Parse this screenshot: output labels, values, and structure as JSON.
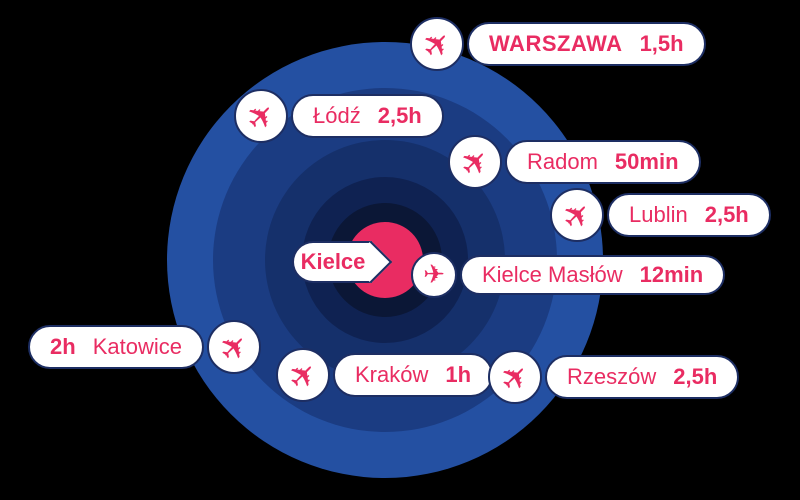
{
  "diagram_type": "travel-time radius infographic",
  "center": {
    "label": "Kielce"
  },
  "glyphs": {
    "plane": "✈"
  },
  "colors": {
    "background": "#000000",
    "accent_pink": "#e92c62",
    "ring_outer": "#2450a2",
    "ring_2": "#1b3c82",
    "ring_3": "#15306b",
    "ring_4": "#0f2252",
    "ring_5": "#0b1736",
    "pill_border": "#1d2e63",
    "pill_background": "#ffffff"
  },
  "destinations": [
    {
      "city": "WARSZAWA",
      "time": "1,5h",
      "icon": "plane-icon",
      "icon_side": "left",
      "time_position": "after"
    },
    {
      "city": "Łódź",
      "time": "2,5h",
      "icon": "plane-icon",
      "icon_side": "left",
      "time_position": "after"
    },
    {
      "city": "Radom",
      "time": "50min",
      "icon": "plane-icon",
      "icon_side": "left",
      "time_position": "after"
    },
    {
      "city": "Lublin",
      "time": "2,5h",
      "icon": "plane-icon",
      "icon_side": "left",
      "time_position": "after"
    },
    {
      "city": "Kielce Masłów",
      "time": "12min",
      "icon": "plane-horizontal-icon",
      "icon_side": "left",
      "time_position": "after"
    },
    {
      "city": "Katowice",
      "time": "2h",
      "icon": "plane-icon",
      "icon_side": "right",
      "time_position": "before"
    },
    {
      "city": "Kraków",
      "time": "1h",
      "icon": "plane-icon",
      "icon_side": "left",
      "time_position": "after"
    },
    {
      "city": "Rzeszów",
      "time": "2,5h",
      "icon": "plane-icon",
      "icon_side": "left",
      "time_position": "after"
    }
  ]
}
